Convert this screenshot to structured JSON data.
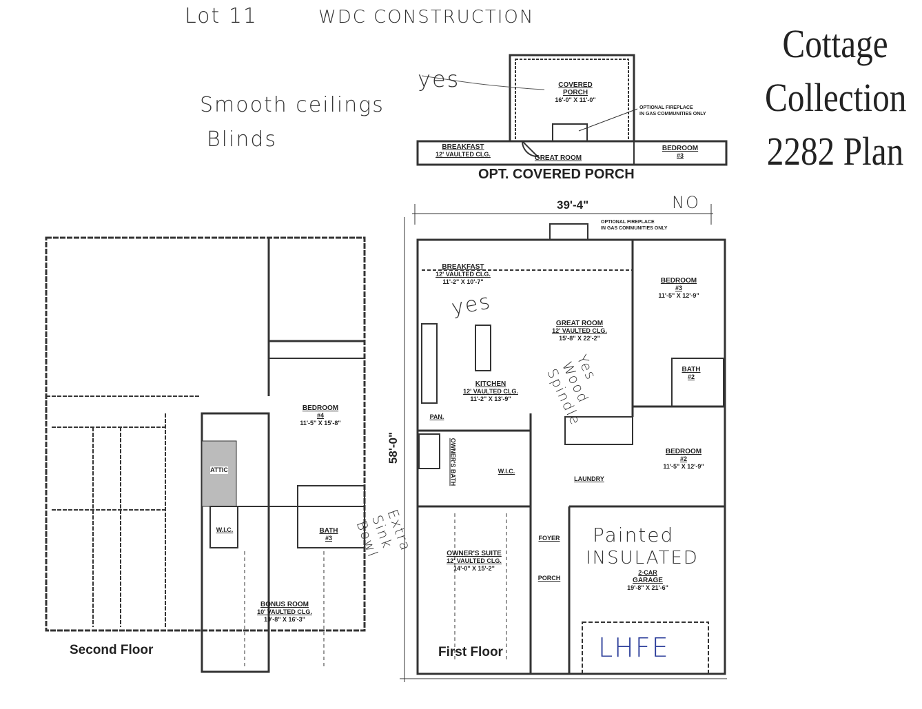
{
  "header": {
    "lot": "Lot 11",
    "builder": "WDC CONSTRUCTION"
  },
  "plan_title": {
    "line1": "Cottage",
    "line2": "Collection",
    "line3": "2282 Plan"
  },
  "notes": {
    "smooth_ceilings": "Smooth ceilings",
    "blinds": "Blinds",
    "porch_yes": "yes",
    "fireplace_no": "NO",
    "kitchen_yes": "yes",
    "yes_wood_spindle": "Yes Wood Spindle",
    "extra_sink_bowl": "Extra Sink Bowl",
    "garage_painted": "Painted",
    "garage_insulated": "INSULATED",
    "lhfe": "LHFE"
  },
  "opt_porch": {
    "title": "OPT. COVERED PORCH",
    "covered_porch": "COVERED PORCH",
    "covered_porch_dims": "16'-0\" X 11'-0\"",
    "fireplace_note_1": "OPTIONAL FIREPLACE",
    "fireplace_note_2": "IN GAS COMMUNITIES ONLY",
    "breakfast": "BREAKFAST",
    "breakfast_ceiling": "12' VAULTED CLG.",
    "great_room": "GREAT ROOM",
    "bedroom3": "BEDROOM",
    "bedroom3_num": "#3"
  },
  "first_floor": {
    "label": "First Floor",
    "width_dim": "39'-4\"",
    "depth_dim": "58'-0\"",
    "fireplace_note_1": "OPTIONAL FIREPLACE",
    "fireplace_note_2": "IN GAS COMMUNITIES ONLY",
    "rooms": {
      "breakfast": {
        "name": "BREAKFAST",
        "ceiling": "12' VAULTED CLG.",
        "dims": "11'-2\" X 10'-7\""
      },
      "great_room": {
        "name": "GREAT ROOM",
        "ceiling": "12' VAULTED CLG.",
        "dims": "15'-8\" X 22'-2\""
      },
      "bedroom3": {
        "name": "BEDROOM",
        "num": "#3",
        "dims": "11'-5\" X 12'-9\""
      },
      "kitchen": {
        "name": "KITCHEN",
        "ceiling": "12' VAULTED CLG.",
        "dims": "11'-2\" X 13'-9\""
      },
      "bath2": {
        "name": "BATH",
        "num": "#2"
      },
      "pantry": {
        "name": "PAN."
      },
      "owners_bath": {
        "name": "OWNER'S BATH"
      },
      "wic": {
        "name": "W.I.C."
      },
      "laundry": {
        "name": "LAUNDRY"
      },
      "bedroom2": {
        "name": "BEDROOM",
        "num": "#2",
        "dims": "11'-5\" X 12'-9\""
      },
      "foyer": {
        "name": "FOYER"
      },
      "porch": {
        "name": "PORCH"
      },
      "owners_suite": {
        "name": "OWNER'S SUITE",
        "ceiling": "12' VAULTED CLG.",
        "dims": "14'-0\" X 15'-2\""
      },
      "garage": {
        "name": "2-CAR",
        "name2": "GARAGE",
        "dims": "19'-8\" X 21'-6\""
      }
    }
  },
  "second_floor": {
    "label": "Second Floor",
    "rooms": {
      "bedroom4": {
        "name": "BEDROOM",
        "num": "#4",
        "dims": "11'-5\" X 15'-8\""
      },
      "attic": {
        "name": "ATTIC"
      },
      "wic": {
        "name": "W.I.C."
      },
      "bath3": {
        "name": "BATH",
        "num": "#3"
      },
      "bonus": {
        "name": "BONUS ROOM",
        "ceiling": "10' VAULTED CLG.",
        "dims": "19'-8\" X 16'-3\""
      }
    }
  }
}
